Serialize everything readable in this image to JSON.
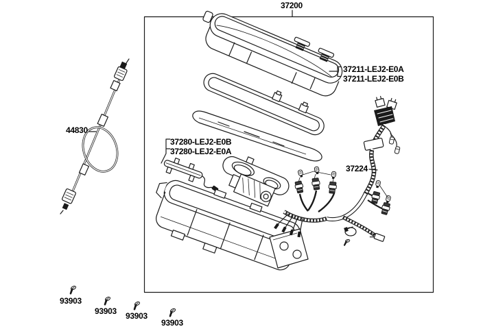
{
  "page": {
    "background": "#ffffff",
    "line_color": "#1a1a1a",
    "kind": "exploded parts diagram"
  },
  "diagram": {
    "assembly_label": "37200",
    "cable_label": "44830",
    "cover_labels": [
      "37211-LEJ2-E0A",
      "37211-LEJ2-E0B"
    ],
    "bracket_labels": [
      "37280-LEJ2-E0B",
      "37280-LEJ2-E0A"
    ],
    "harness_label": "37224",
    "screw_labels": [
      "93903",
      "93903",
      "93903",
      "93903"
    ]
  }
}
